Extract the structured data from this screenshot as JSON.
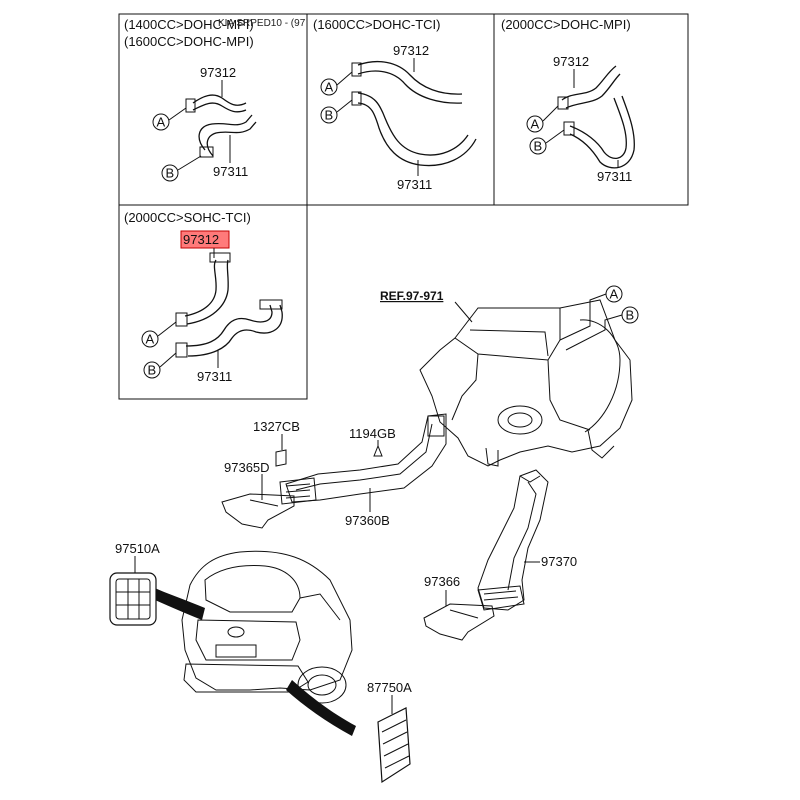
{
  "watermark": "KIA SRPED10 - (97",
  "panels": [
    {
      "header_line1": "(1400CC>DOHC-MPI)",
      "header_line2": "(1600CC>DOHC-MPI)",
      "part_upper": "97312",
      "part_lower": "97311",
      "callout_a": "A",
      "callout_b": "B"
    },
    {
      "header_line1": "(1600CC>DOHC-TCI)",
      "part_upper": "97312",
      "part_lower": "97311",
      "callout_a": "A",
      "callout_b": "B"
    },
    {
      "header_line1": "(2000CC>DOHC-MPI)",
      "part_upper": "97312",
      "part_lower": "97311",
      "callout_a": "A",
      "callout_b": "B"
    },
    {
      "header_line1": "(2000CC>SOHC-TCI)",
      "part_upper": "97312",
      "part_lower": "97311",
      "callout_a": "A",
      "callout_b": "B"
    }
  ],
  "highlighted_part": "97312",
  "highlight_color": "#ff4d4d",
  "reference": {
    "text": "REF.97-971",
    "callout_a": "A",
    "callout_b": "B"
  },
  "parts": {
    "p1327cb": "1327CB",
    "p1194gb": "1194GB",
    "p97365d": "97365D",
    "p97360b": "97360B",
    "p97370": "97370",
    "p97366": "97366",
    "p97510a": "97510A",
    "p87750a": "87750A"
  }
}
